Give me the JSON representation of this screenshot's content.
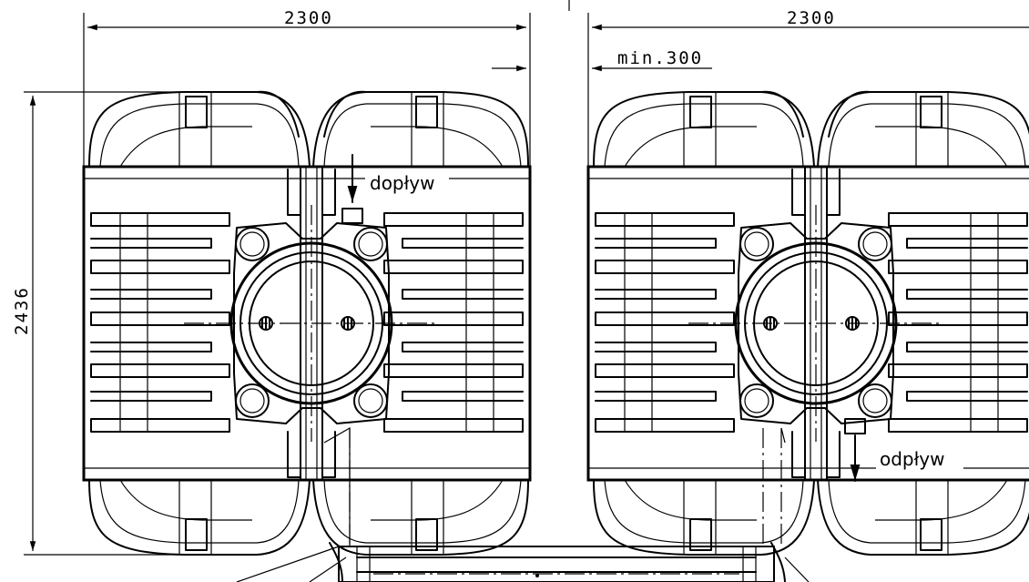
{
  "dimensions": {
    "width_left": "2300",
    "width_right": "2300",
    "spacing": "min.300",
    "height": "2436"
  },
  "labels": {
    "inflow": "dopływ",
    "outflow": "odpływ"
  }
}
